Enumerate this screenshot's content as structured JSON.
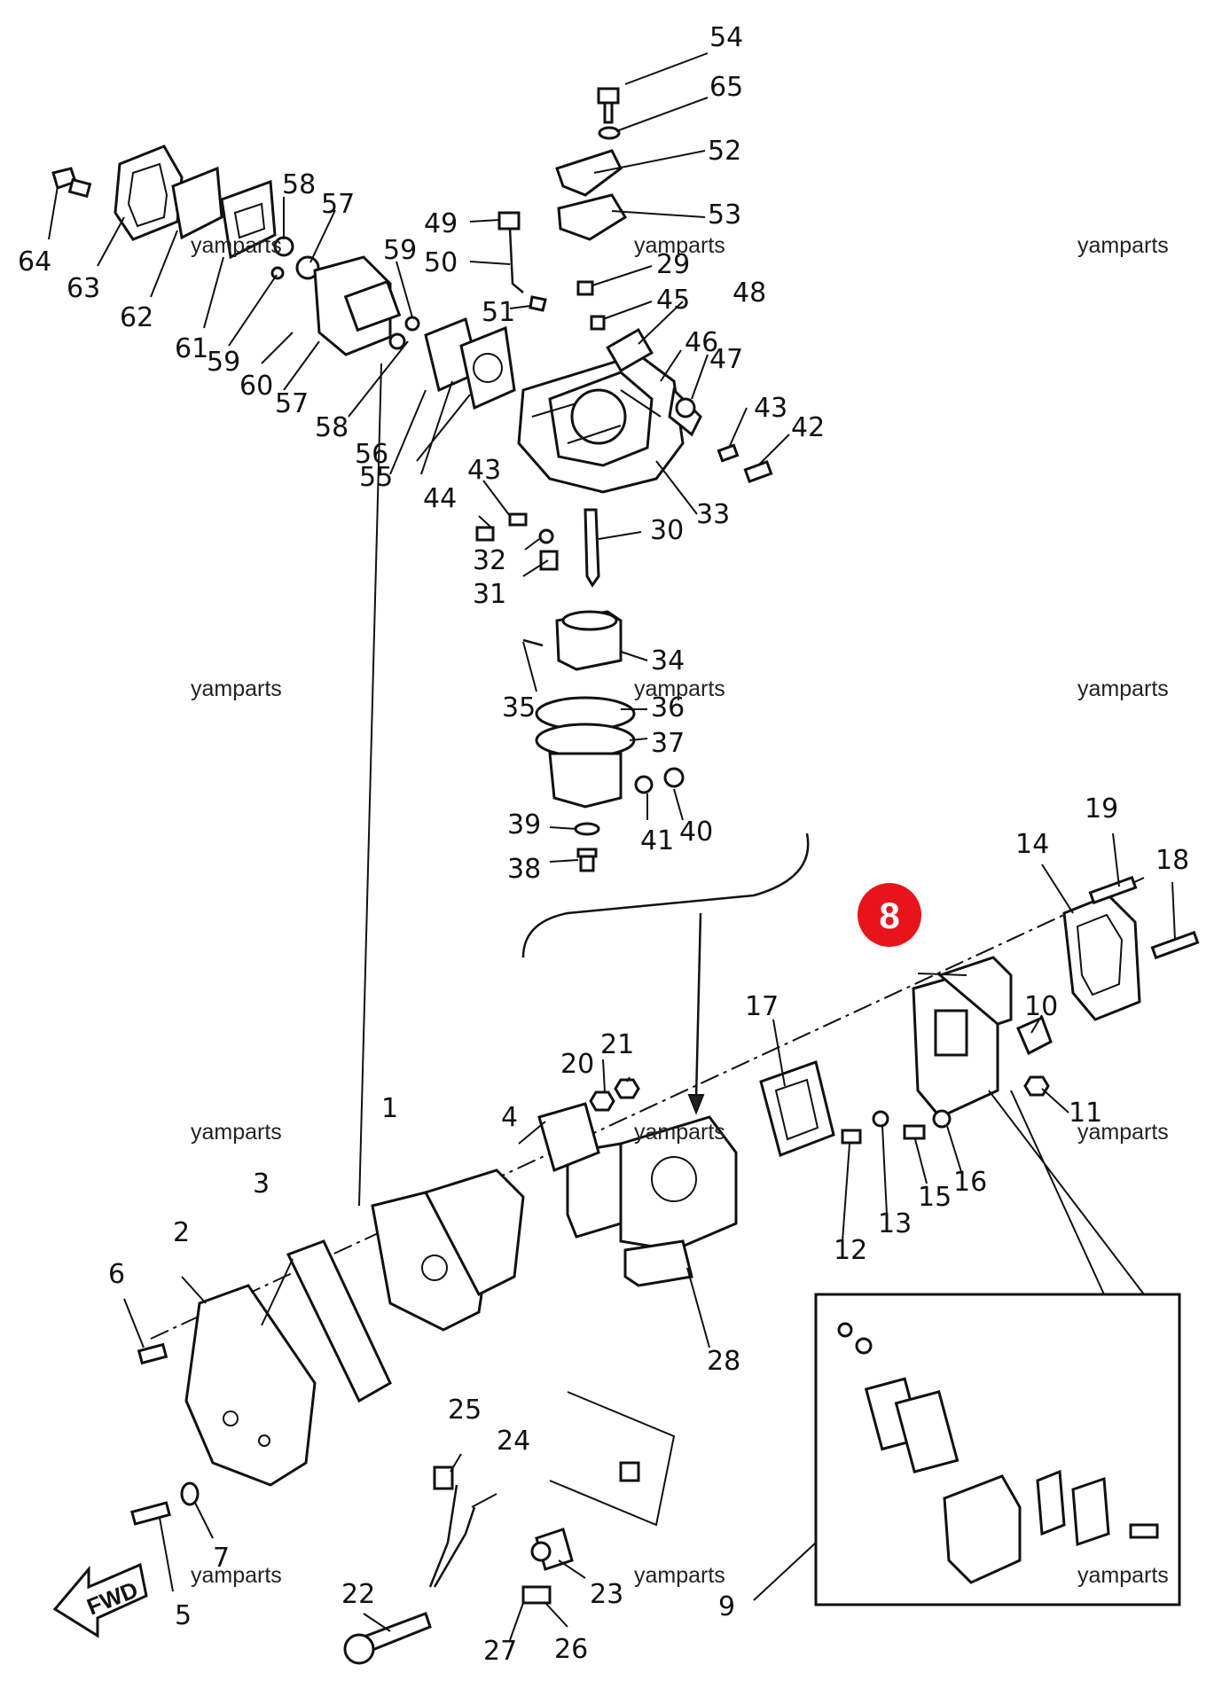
{
  "diagram": {
    "callouts": {
      "n1": "1",
      "n2": "2",
      "n3": "3",
      "n4": "4",
      "n5": "5",
      "n6": "6",
      "n7": "7",
      "n9": "9",
      "n10": "10",
      "n11": "11",
      "n12": "12",
      "n13": "13",
      "n14": "14",
      "n15": "15",
      "n16": "16",
      "n17": "17",
      "n18": "18",
      "n19": "19",
      "n20": "20",
      "n21": "21",
      "n22": "22",
      "n23": "23",
      "n24": "24",
      "n25": "25",
      "n26": "26",
      "n27": "27",
      "n28": "28",
      "n29": "29",
      "n30": "30",
      "n31": "31",
      "n32": "32",
      "n33": "33",
      "n34": "34",
      "n35": "35",
      "n36": "36",
      "n37": "37",
      "n38": "38",
      "n39": "39",
      "n40": "40",
      "n41": "41",
      "n42": "42",
      "n43a": "43",
      "n43b": "43",
      "n44": "44",
      "n45": "45",
      "n46": "46",
      "n47": "47",
      "n48": "48",
      "n49": "49",
      "n50": "50",
      "n51": "51",
      "n52": "52",
      "n53": "53",
      "n54": "54",
      "n55": "55",
      "n56": "56",
      "n57a": "57",
      "n57b": "57",
      "n58a": "58",
      "n58b": "58",
      "n59a": "59",
      "n59b": "59",
      "n60": "60",
      "n61": "61",
      "n62": "62",
      "n63": "63",
      "n64": "64",
      "n65": "65"
    },
    "highlight": {
      "label": "8",
      "color": "#e8141b"
    },
    "fwd_label": "FWD",
    "watermark": "yamparts"
  }
}
